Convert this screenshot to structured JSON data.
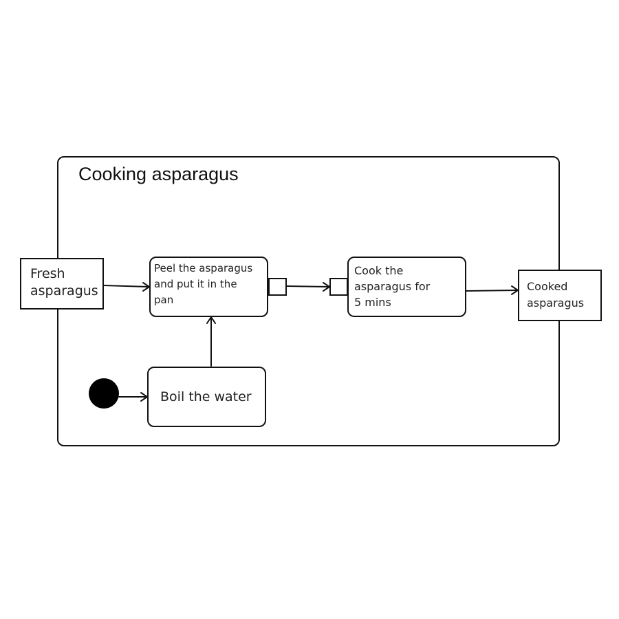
{
  "diagram": {
    "title": "Cooking asparagus",
    "nodes": {
      "fresh_asparagus": "Fresh\nasparagus",
      "peel": "Peel the asparagus\nand put it in the\npan",
      "cook": "Cook the\nasparagus for\n5 mins",
      "cooked_asparagus": "Cooked\nasparagus",
      "boil": "Boil the water"
    },
    "colors": {
      "stroke": "#111111",
      "fill": "#ffffff",
      "initial": "#000000"
    }
  }
}
